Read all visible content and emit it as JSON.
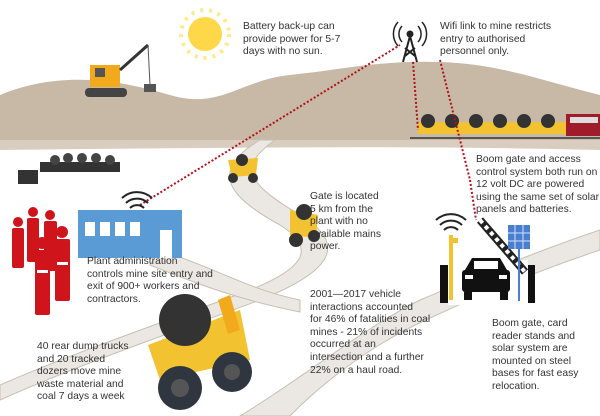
{
  "captions": {
    "battery": "Battery back-up can\nprovide power for 5-7\ndays with no sun.",
    "wifi": "Wifi link to mine restricts\nentry to authorised\npersonnel only.",
    "boom_power": "Boom gate and access\ncontrol system both run on\n12 volt DC are powered\nusing the same set of solar\npanels and batteries.",
    "gate_location": "Gate is located\n5 km from the\nplant with no\navailable mains\npower.",
    "plant_admin": "Plant administration\ncontrols mine site entry and\nexit of 900+ workers and\ncontractors.",
    "fatalities": "2001—2017 vehicle\ninteractions accounted\nfor 46% of fatalities in coal\nmines - 21% of incidents\noccurred at an\nintersection and a further\n22%  on a haul road.",
    "fleet": "40 rear dump trucks\nand 20 tracked\ndozers move mine\nwaste material and\ncoal 7 days a week",
    "mounting": "Boom gate, card\nreader stands and\nsolar system are\nmounted on steel\nbases for fast easy\nrelocation."
  },
  "colors": {
    "hills": "#c8b8a6",
    "road": "#ebe7e2",
    "truck": "#f2c230",
    "workers": "#d0141c",
    "building": "#5b9bd5",
    "link": "#b3121a",
    "sun": "#ffd84a"
  },
  "icons": [
    "sun-icon",
    "excavator-icon",
    "radio-tower-icon",
    "coal-train-icon",
    "coal-conveyor-icon",
    "workers-icon",
    "admin-building-icon",
    "wifi-icon",
    "dump-truck-icon",
    "boom-gate-icon",
    "solar-panel-icon",
    "car-icon",
    "card-reader-icon"
  ]
}
